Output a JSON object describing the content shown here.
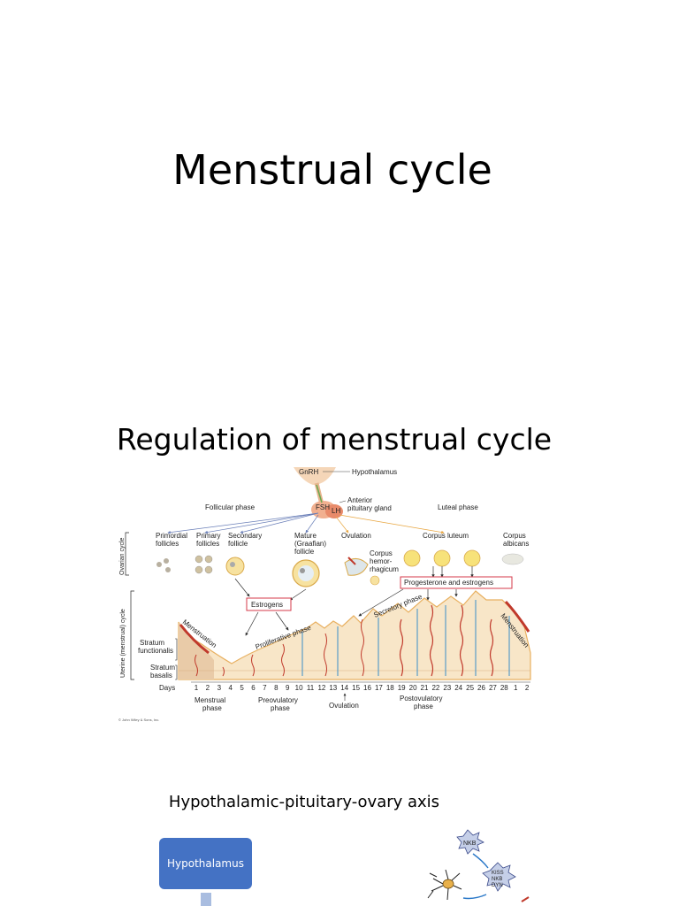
{
  "slide1": {
    "title": "Menstrual cycle"
  },
  "slide2": {
    "title": "Regulation of menstrual cycle",
    "figure": {
      "hormones": {
        "gnrh": "GnRH",
        "fsh": "FSH",
        "lh": "LH"
      },
      "labels": {
        "hypothalamus": "Hypothalamus",
        "anterior_pituitary": [
          "Anterior",
          "pituitary gland"
        ],
        "follicular_phase": "Follicular phase",
        "luteal_phase": "Luteal phase",
        "ovarian_cycle": "Ovarian cycle",
        "uterine_cycle": "Uterine (menstrual) cycle",
        "estrogens": "Estrogens",
        "prog_estrogens": "Progesterone and estrogens",
        "menstruation": "Menstruation",
        "proliferative": "Proliferative phase",
        "secretory": "Secretory phase",
        "stratum_func": [
          "Stratum",
          "functionalis"
        ],
        "stratum_basalis": [
          "Stratum",
          "basalis"
        ],
        "days": "Days",
        "copyright": "© John Wiley & Sons, Inc."
      },
      "follicle_stages": [
        [
          "Primordial",
          "follicles"
        ],
        [
          "Primary",
          "follicles"
        ],
        [
          "Secondary",
          "follicle"
        ],
        [
          "Mature",
          "(Graafian)",
          "follicle"
        ],
        [
          "Ovulation"
        ],
        [
          "Corpus luteum"
        ],
        [
          "Corpus",
          "albicans"
        ]
      ],
      "corpus_hem": [
        "Corpus",
        "hemor-",
        "rhagicum"
      ],
      "day_ticks": [
        "1",
        "2",
        "3",
        "4",
        "5",
        "6",
        "7",
        "8",
        "9",
        "10",
        "11",
        "12",
        "13",
        "14",
        "15",
        "16",
        "17",
        "18",
        "19",
        "20",
        "21",
        "22",
        "23",
        "24",
        "25",
        "26",
        "27",
        "28",
        "1",
        "2"
      ],
      "phases": {
        "menstrual": [
          "Menstrual",
          "phase"
        ],
        "preovulatory": [
          "Preovulatory",
          "phase"
        ],
        "ovulation": "Ovulation",
        "postovulatory": [
          "Postovulatory",
          "phase"
        ]
      }
    }
  },
  "slide3": {
    "title": "Hypothalamic-pituitary-ovary axis",
    "box": "Hypothalamus",
    "neuron_labels": {
      "nkb": "NKB",
      "kiss": [
        "KISS",
        "NKB",
        "DYN"
      ]
    }
  }
}
